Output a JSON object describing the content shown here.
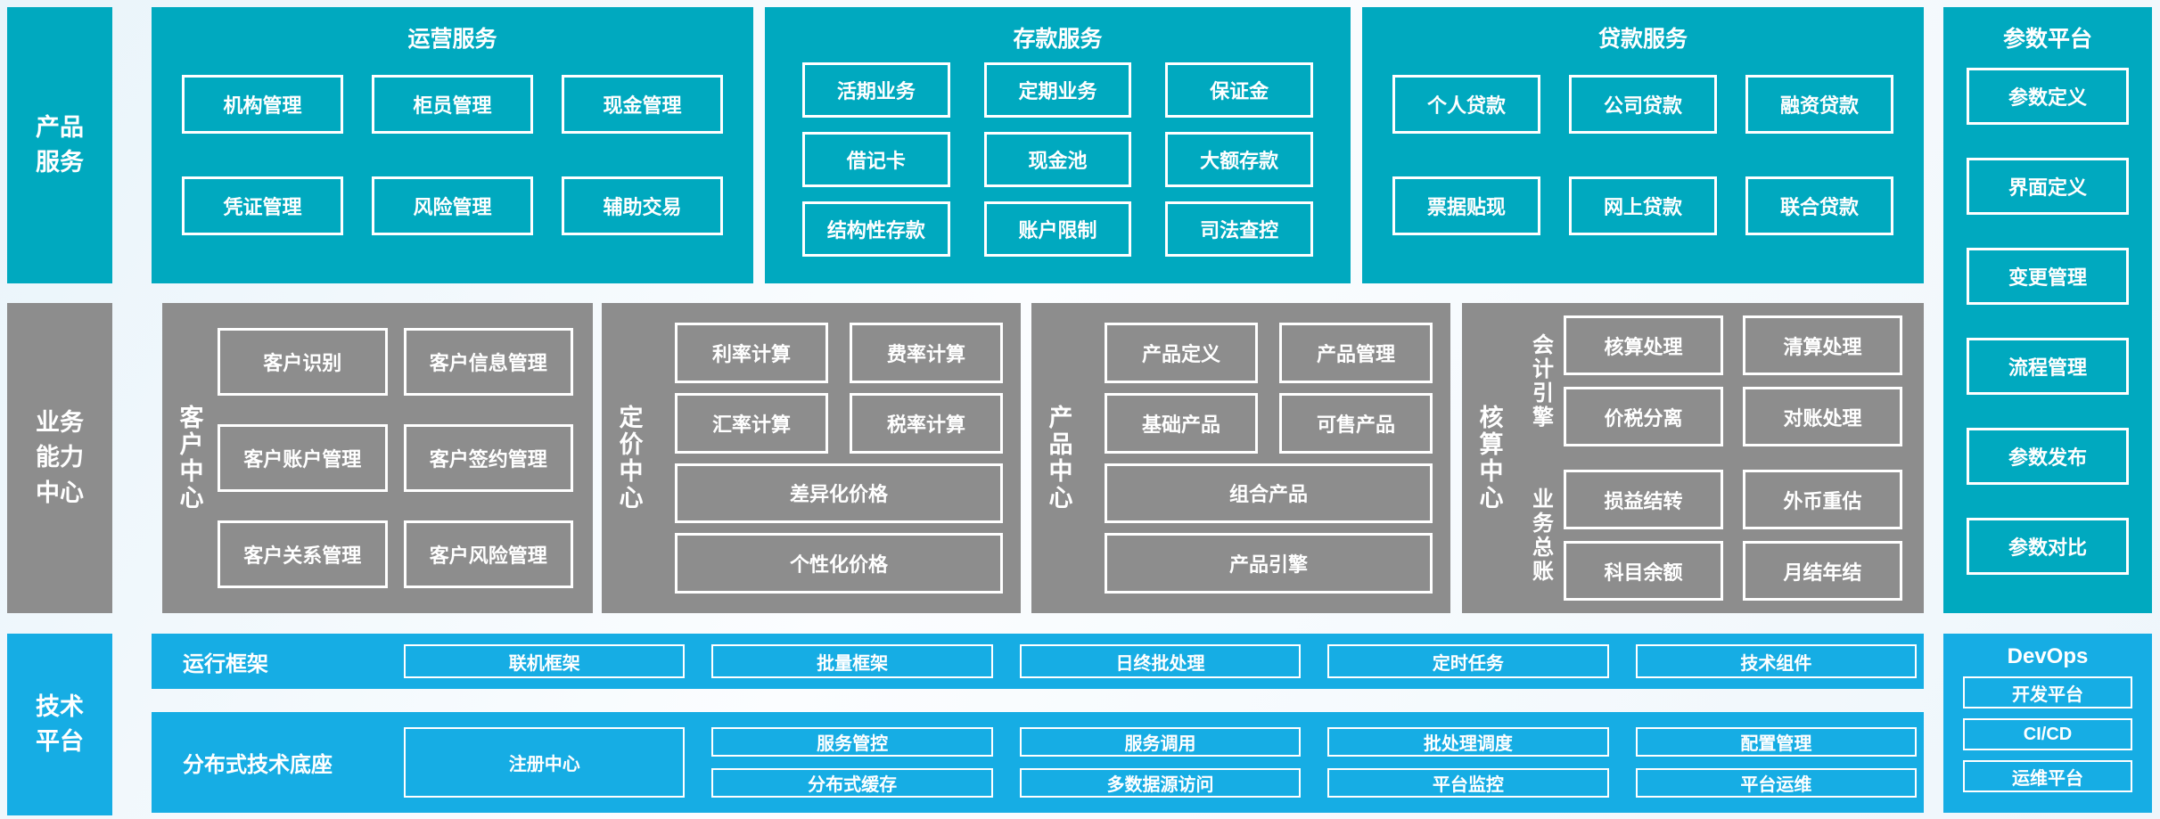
{
  "palette": {
    "teal": "#00a9bf",
    "gray": "#8d8d8d",
    "blue": "#16ade4",
    "box_border": "#ffffff",
    "text": "#ffffff"
  },
  "sidebar": {
    "product_services": "产品服务",
    "business_capability": "业务能力中心",
    "technology_platform": "技术平台"
  },
  "operation_services": {
    "title": "运营服务",
    "items": [
      "机构管理",
      "柜员管理",
      "现金管理",
      "凭证管理",
      "风险管理",
      "辅助交易"
    ]
  },
  "deposit_services": {
    "title": "存款服务",
    "items": [
      "活期业务",
      "定期业务",
      "保证金",
      "借记卡",
      "现金池",
      "大额存款",
      "结构性存款",
      "账户限制",
      "司法查控"
    ]
  },
  "loan_services": {
    "title": "贷款服务",
    "items": [
      "个人贷款",
      "公司贷款",
      "融资贷款",
      "票据贴现",
      "网上贷款",
      "联合贷款"
    ]
  },
  "parameter_platform": {
    "title": "参数平台",
    "items": [
      "参数定义",
      "界面定义",
      "变更管理",
      "流程管理",
      "参数发布",
      "参数对比"
    ]
  },
  "customer_center": {
    "label": "客户中心",
    "items": [
      "客户识别",
      "客户信息管理",
      "客户账户管理",
      "客户签约管理",
      "客户关系管理",
      "客户风险管理"
    ]
  },
  "pricing_center": {
    "label": "定价中心",
    "items": [
      "利率计算",
      "费率计算",
      "汇率计算",
      "税率计算"
    ],
    "wide_items": [
      "差异化价格",
      "个性化价格"
    ]
  },
  "product_center": {
    "label": "产品中心",
    "items": [
      "产品定义",
      "产品管理",
      "基础产品",
      "可售产品"
    ],
    "wide_items": [
      "组合产品",
      "产品引擎"
    ]
  },
  "accounting_center": {
    "label": "核算中心",
    "groups": [
      {
        "label": "会计引擎",
        "items": [
          "核算处理",
          "清算处理",
          "价税分离",
          "对账处理"
        ]
      },
      {
        "label": "业务总账",
        "items": [
          "损益结转",
          "外币重估",
          "科目余额",
          "月结年结"
        ]
      }
    ]
  },
  "runtime_framework": {
    "label": "运行框架",
    "items": [
      "联机框架",
      "批量框架",
      "日终批处理",
      "定时任务",
      "技术组件"
    ]
  },
  "distributed_base": {
    "label": "分布式技术底座",
    "registry": "注册中心",
    "row1": [
      "服务管控",
      "服务调用",
      "批处理调度",
      "配置管理"
    ],
    "row2": [
      "分布式缓存",
      "多数据源访问",
      "平台监控",
      "平台运维"
    ]
  },
  "devops": {
    "title": "DevOps",
    "items": [
      "开发平台",
      "CI/CD",
      "运维平台"
    ]
  }
}
